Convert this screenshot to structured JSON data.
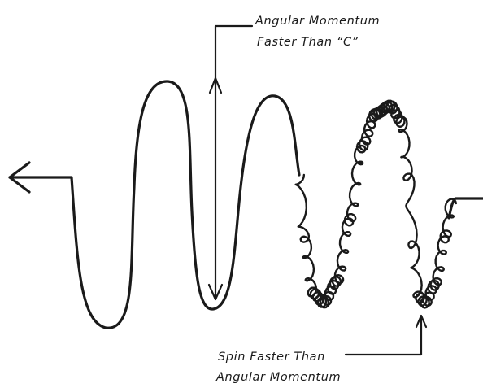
{
  "labels": {
    "top": {
      "line1": "Angular Momentum",
      "line2": "Faster Than “C”"
    },
    "bottom": {
      "line1": "Spin Faster Than",
      "line2": "Angular Momentum"
    }
  },
  "colors": {
    "ink": "#1a1a1a",
    "paper": "#ffffff"
  }
}
